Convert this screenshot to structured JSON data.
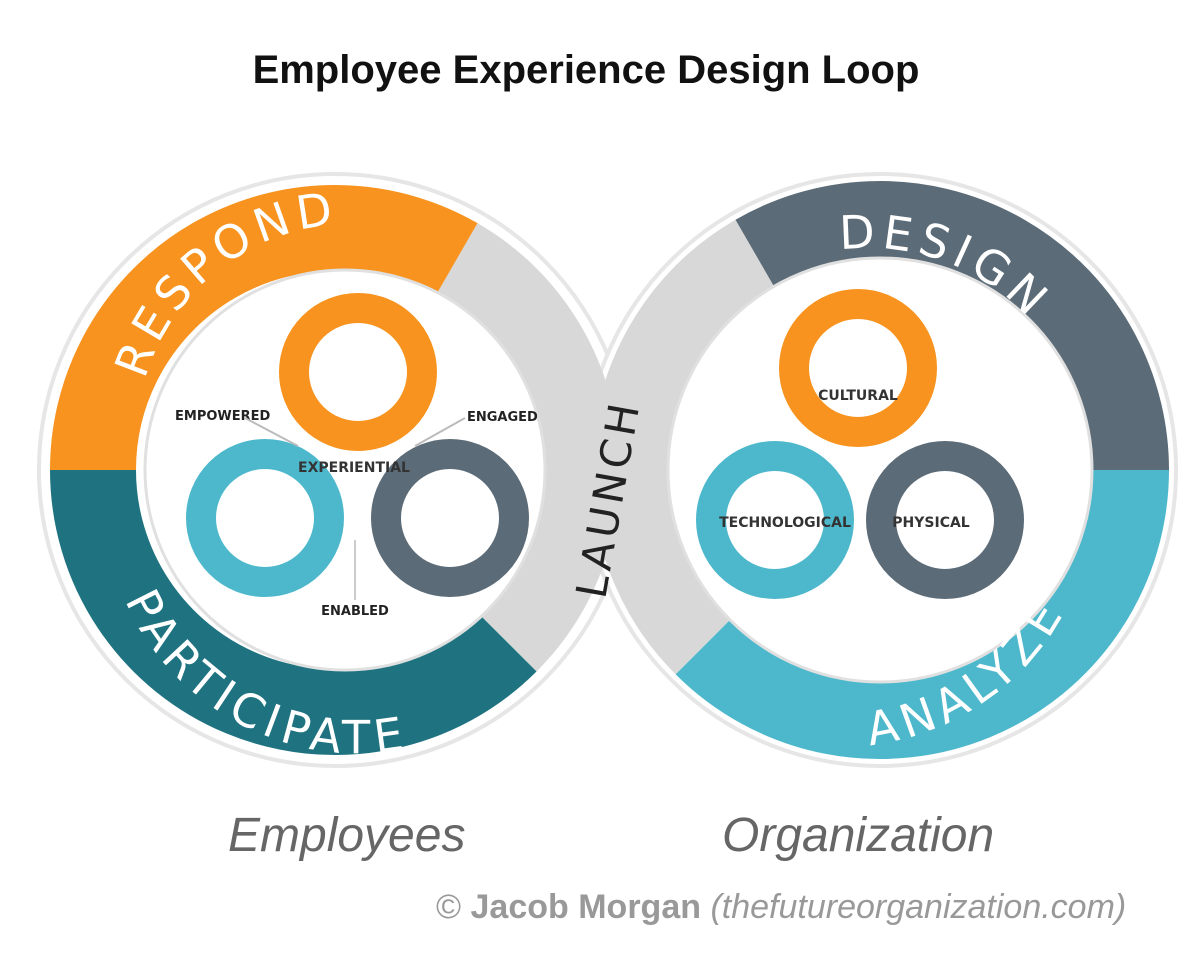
{
  "title": "Employee Experience Design Loop",
  "left": {
    "outer": {
      "respond": "RESPOND",
      "participate": "PARTICIPATE"
    },
    "inner": {
      "center": "EXPERIENTIAL",
      "empowered": "EMPOWERED",
      "engaged": "ENGAGED",
      "enabled": "ENABLED"
    },
    "caption": "Employees"
  },
  "launch": "LAUNCH",
  "right": {
    "outer": {
      "design": "DESIGN",
      "analyze": "ANALYZE"
    },
    "inner": {
      "cultural": "CULTURAL",
      "technological": "TECHNOLOGICAL",
      "physical": "PHYSICAL"
    },
    "caption": "Organization"
  },
  "credit": {
    "symbol": "©",
    "name": "Jacob Morgan",
    "site": "(thefutureorganization.com)"
  },
  "colors": {
    "orange": "#f7931e",
    "teal": "#1f7381",
    "lightTeal": "#4db8cc",
    "slate": "#5b6b77",
    "lightGray": "#d8d8d8"
  }
}
